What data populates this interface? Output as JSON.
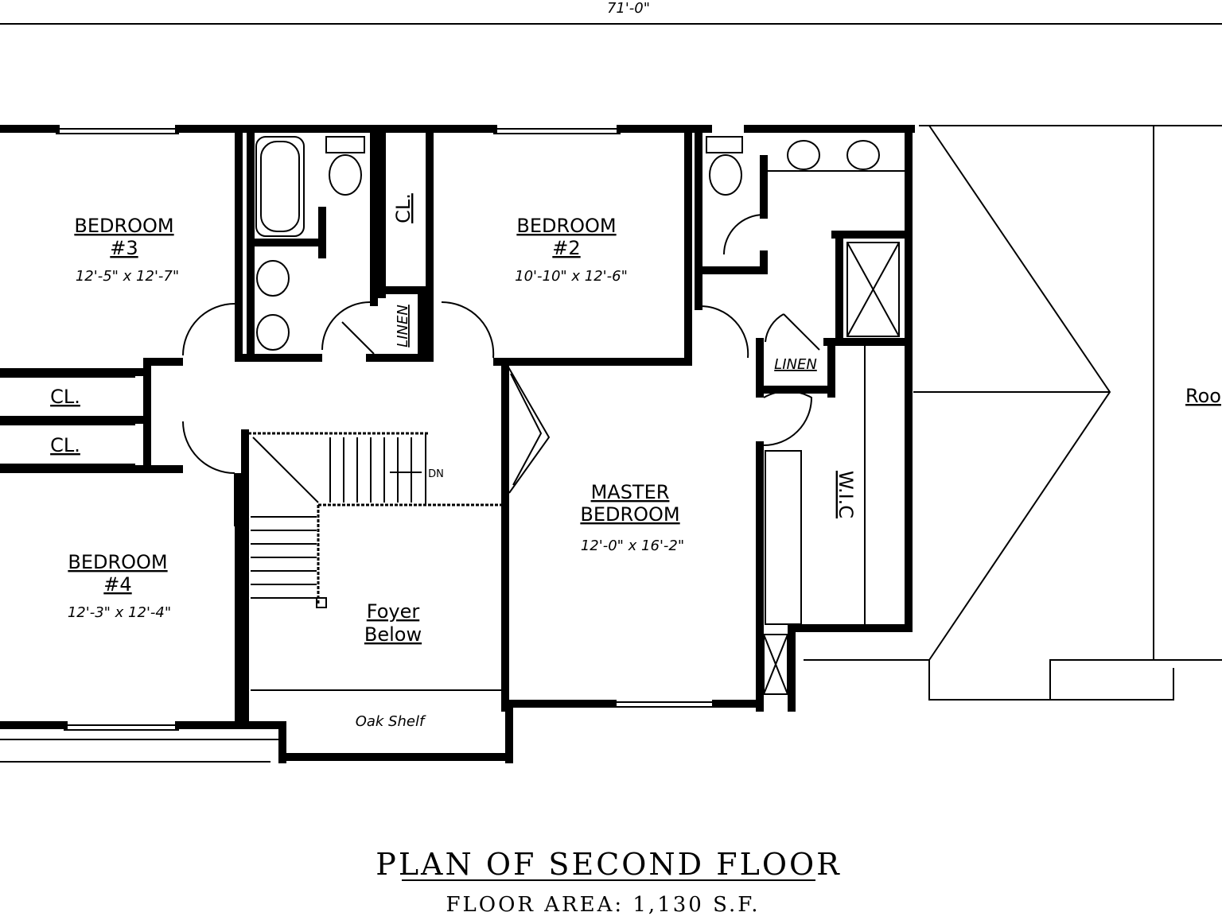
{
  "dimension_top": "71'-0\"",
  "rooms": {
    "bedroom3": {
      "name": "BEDROOM",
      "number": "#3",
      "size": "12'-5\" x 12'-7\""
    },
    "bedroom2": {
      "name": "BEDROOM",
      "number": "#2",
      "size": "10'-10\" x 12'-6\""
    },
    "bedroom4": {
      "name": "BEDROOM",
      "number": "#4",
      "size": "12'-3\" x 12'-4\""
    },
    "master": {
      "name1": "MASTER",
      "name2": "BEDROOM",
      "size": "12'-0\" x 16'-2\""
    },
    "foyer": {
      "line1": "Foyer",
      "line2": "Below"
    },
    "oak_shelf": "Oak Shelf",
    "closet_upper": "CL.",
    "closet_left1": "CL.",
    "closet_left2": "CL.",
    "linen1": "LINEN",
    "linen2": "LINEN",
    "wic": "W.I.C",
    "roof": "Roo",
    "stair_dn": "DN"
  },
  "title": "PLAN OF SECOND FLOOR",
  "floor_area": "FLOOR AREA: 1,130 S.F."
}
